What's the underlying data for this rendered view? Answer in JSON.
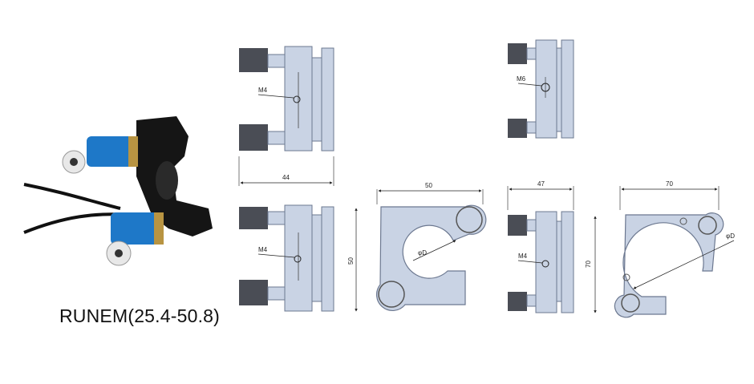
{
  "product": {
    "caption": "RUNEM(25.4-50.8)"
  },
  "drawings": {
    "side_view_top_left": {
      "thread_label": "M4",
      "width_dim": "44"
    },
    "side_view_bottom_left": {
      "thread_label": "M4"
    },
    "front_view_small": {
      "width_dim": "50",
      "height_dim": "50",
      "diameter_label": "φD"
    },
    "side_view_top_right": {
      "thread_label": "M6"
    },
    "side_view_bottom_right": {
      "thread_label": "M4",
      "width_dim": "47"
    },
    "front_view_large": {
      "width_dim": "70",
      "height_dim": "70",
      "diameter_label": "φD"
    }
  },
  "colors": {
    "part_fill": "#c9d3e4",
    "part_stroke": "#6c7890",
    "knob_fill": "#4a4d55",
    "anodized_blue": "#1e78c8",
    "black_body": "#151515"
  }
}
